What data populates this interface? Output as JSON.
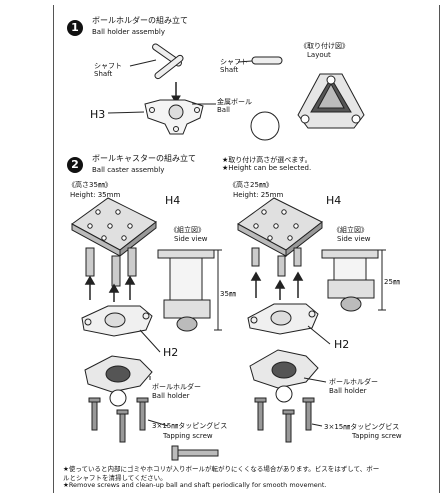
{
  "step1": {
    "number": "1",
    "title_jp": "ボールホルダーの組み立て",
    "title_en": "Ball holder assembly",
    "shaft_jp": "シャフト",
    "shaft_en": "Shaft",
    "shaft2_jp": "シャフト",
    "shaft2_en": "Shaft",
    "part": "H3",
    "ball_jp": "金属ボール",
    "ball_en": "Ball",
    "layout_jp": "《取り付け図》",
    "layout_en": "Layout"
  },
  "step2": {
    "number": "2",
    "title_jp": "ボールキャスターの組み立て",
    "title_en": "Ball caster assembly",
    "note_jp": "★取り付け高さが選べます。",
    "note_en": "★Height can be selected.",
    "left": {
      "height_jp": "《高さ35㎜》",
      "height_en": "Height: 35mm",
      "plate": "H4",
      "side_jp": "《組立図》",
      "side_en": "Side view",
      "dimension": "35㎜",
      "holder_part": "H2"
    },
    "right": {
      "height_jp": "《高さ25㎜》",
      "height_en": "Height: 25mm",
      "plate": "H4",
      "side_jp": "《組立図》",
      "side_en": "Side view",
      "dimension": "25㎜",
      "holder_part": "H2",
      "holder_jp": "ボールホルダー",
      "holder_en": "Ball holder",
      "screw_jp": "3×15㎜タッピングビス",
      "screw_en": "Tapping screw"
    },
    "holder_jp": "ボールホルダー",
    "holder_en": "Ball holder",
    "screw_jp": "3×15㎜タッピングビス",
    "screw_en": "Tapping screw"
  },
  "footer": {
    "jp_line1": "★使っていると内部にゴミやホコリが入りボールが転がりにくくなる場合があります。ビスをはずして、ボー",
    "jp_line2": "ルとシャフトを清掃してください。",
    "en_line1": "★Remove screws and clean-up ball and shaft periodically for smooth movement."
  }
}
